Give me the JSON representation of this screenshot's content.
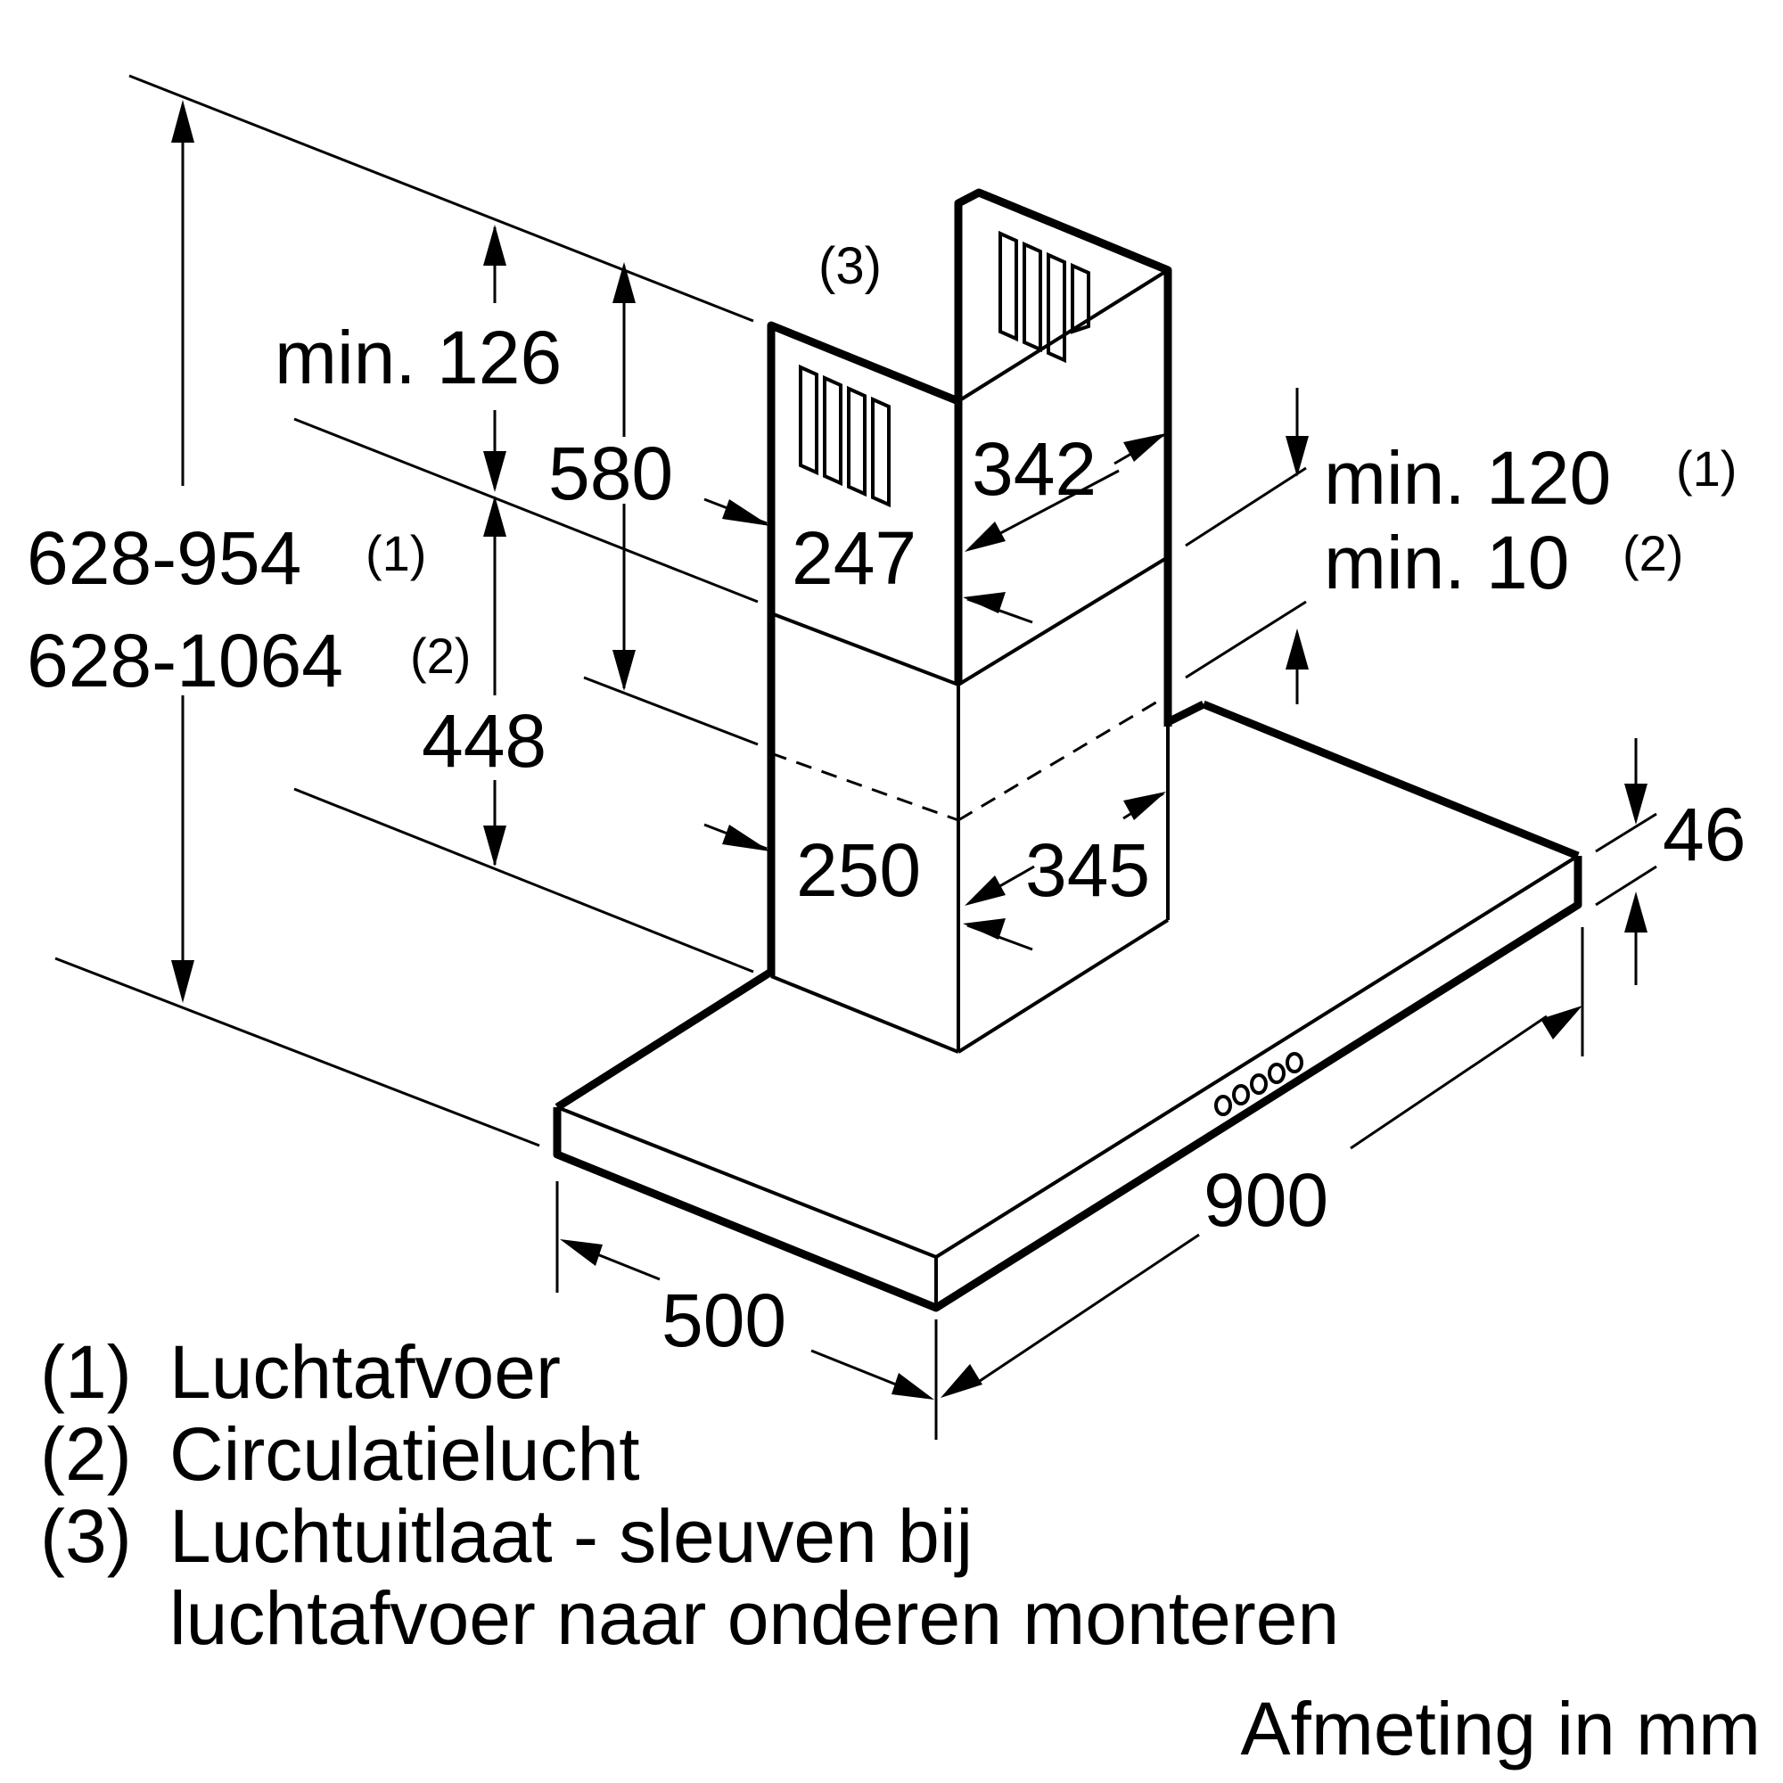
{
  "diagram": {
    "callout_slots": "(3)",
    "dimensions": {
      "height_range_exhaust": "628-954",
      "height_range_exhaust_note": "(1)",
      "height_range_recirc": "628-1064",
      "height_range_recirc_note": "(2)",
      "min_top": "min. 126",
      "chimney_upper": "580",
      "chimney_lower": "448",
      "upper_depth": "247",
      "upper_width": "342",
      "lower_depth": "250",
      "lower_width": "345",
      "min_exhaust": "min. 120",
      "min_exhaust_note": "(1)",
      "min_recirc": "min. 10",
      "min_recirc_note": "(2)",
      "hood_thickness": "46",
      "hood_width": "900",
      "hood_depth": "500"
    }
  },
  "legend": [
    {
      "marker": "(1)",
      "text": "Luchtafvoer"
    },
    {
      "marker": "(2)",
      "text": "Circulatielucht"
    },
    {
      "marker": "(3)",
      "text": "Luchtuitlaat - sleuven bij"
    },
    {
      "marker": "",
      "text": "luchtafvoer naar onderen monteren"
    }
  ],
  "units_note": "Afmeting in mm"
}
